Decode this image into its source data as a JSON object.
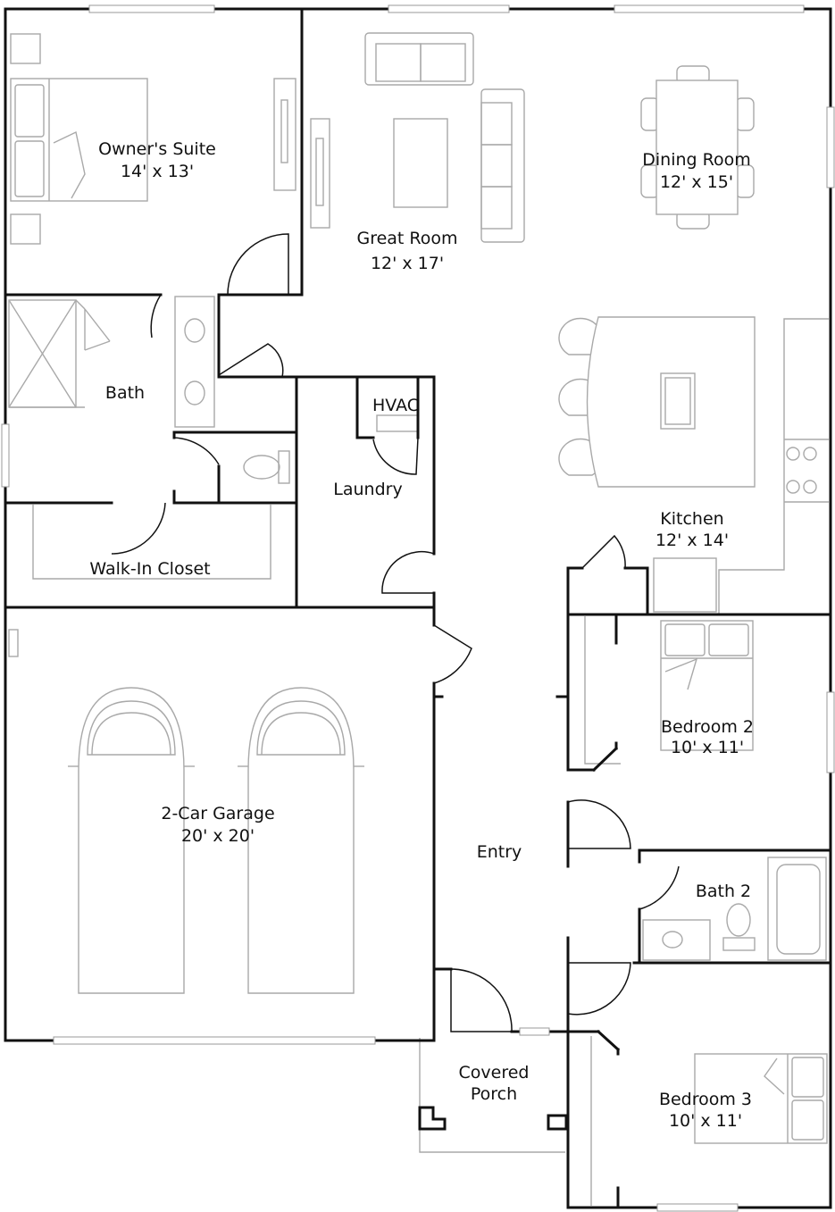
{
  "rooms": {
    "owners_suite": {
      "name": "Owner's Suite",
      "dims": "14' x 13'"
    },
    "great_room": {
      "name": "Great Room",
      "dims": "12' x 17'"
    },
    "dining_room": {
      "name": "Dining Room",
      "dims": "12' x 15'"
    },
    "bath": {
      "name": "Bath"
    },
    "hvac": {
      "name": "HVAC"
    },
    "laundry": {
      "name": "Laundry"
    },
    "walk_in_closet": {
      "name": "Walk-In Closet"
    },
    "kitchen": {
      "name": "Kitchen",
      "dims": "12' x 14'"
    },
    "bedroom_2": {
      "name": "Bedroom 2",
      "dims": "10' x 11'"
    },
    "garage": {
      "name": "2-Car Garage",
      "dims": "20' x 20'"
    },
    "entry": {
      "name": "Entry"
    },
    "bath_2": {
      "name": "Bath 2"
    },
    "covered_porch": {
      "name": "Covered",
      "name_2": "Porch"
    },
    "bedroom_3": {
      "name": "Bedroom 3",
      "dims": "10' x 11'"
    }
  }
}
